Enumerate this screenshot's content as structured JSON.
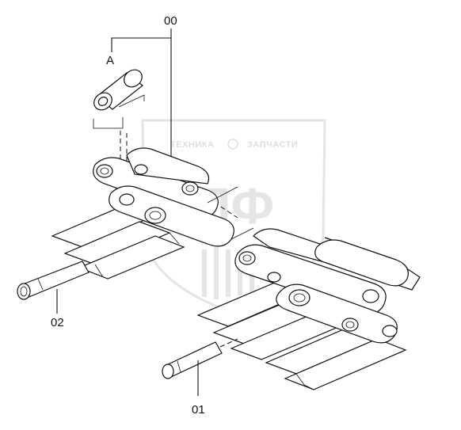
{
  "diagram": {
    "callouts": {
      "assembly": "00",
      "detail": "A",
      "pin_left": "02",
      "pin_right": "01"
    }
  },
  "watermark": {
    "line1": "ТЕХНИКА",
    "line2": "ЗАПЧАСТИ",
    "big": "ЭПФ"
  }
}
